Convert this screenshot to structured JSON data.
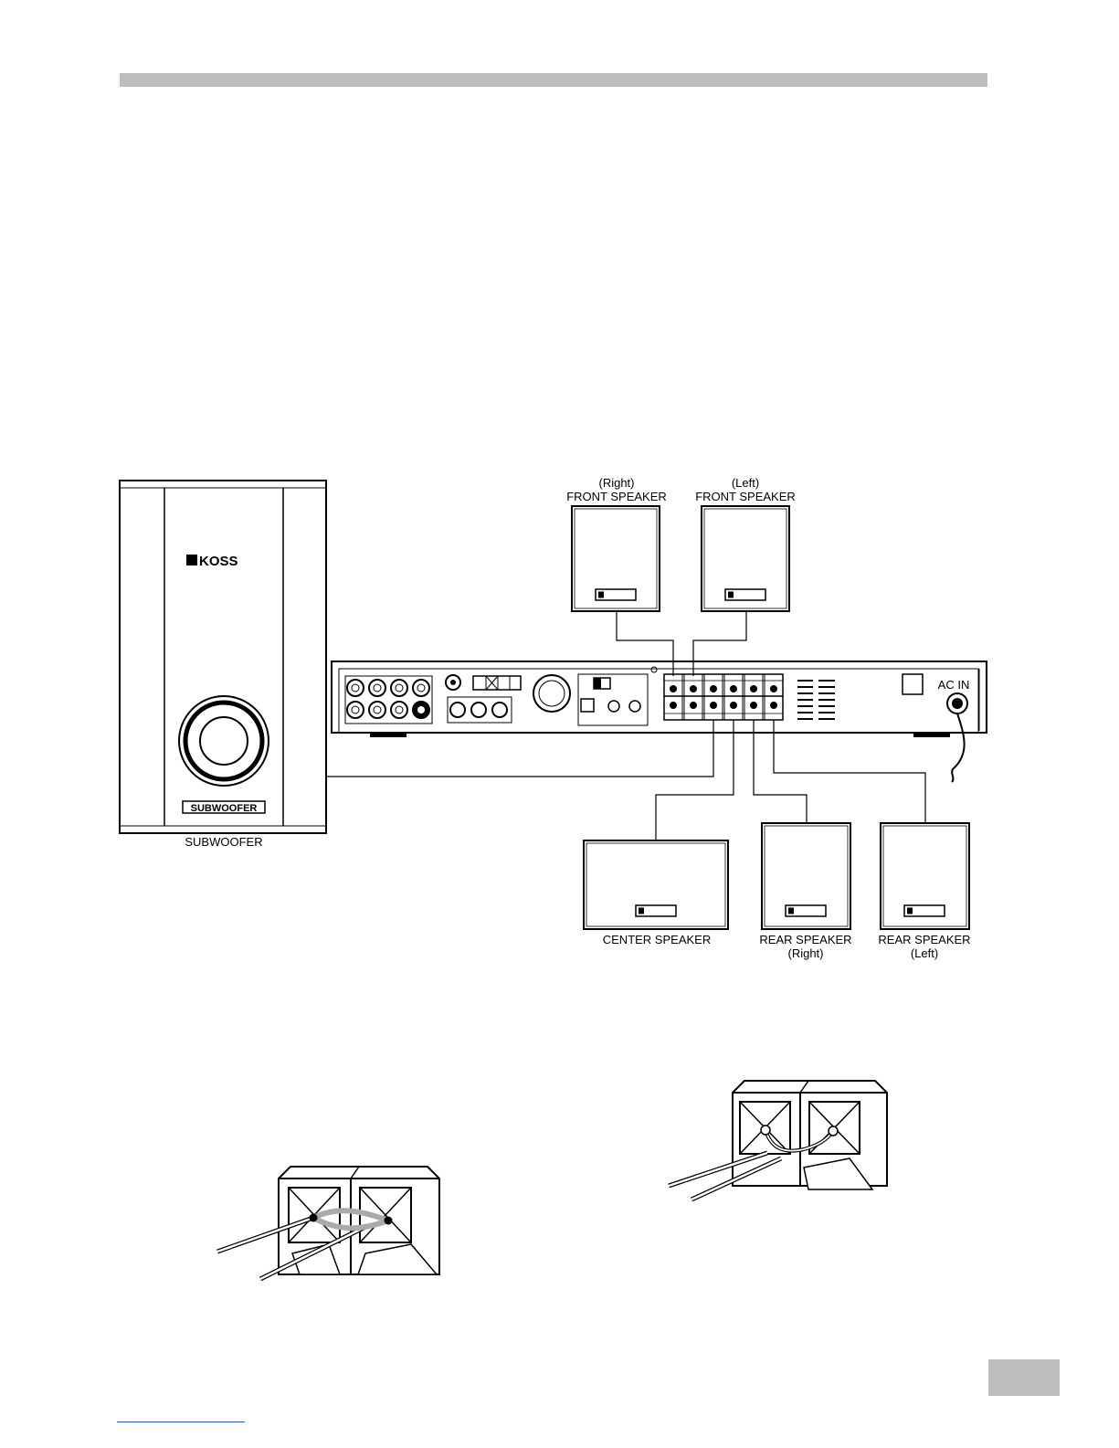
{
  "labels": {
    "subwoofer": "SUBWOOFER",
    "subwoofer_panel": "SUBWOOFER",
    "front_right_1": "(Right)",
    "front_right_2": "FRONT SPEAKER",
    "front_left_1": "(Left)",
    "front_left_2": "FRONT SPEAKER",
    "center": "CENTER SPEAKER",
    "rear_right_1": "REAR SPEAKER",
    "rear_right_2": "(Right)",
    "rear_left_1": "REAR SPEAKER",
    "rear_left_2": "(Left)",
    "ac_in": "AC IN"
  },
  "brand": "KOSS",
  "colors": {
    "header_bar": "#bdbdbd",
    "wire_highlight": "#aaaaaa"
  }
}
